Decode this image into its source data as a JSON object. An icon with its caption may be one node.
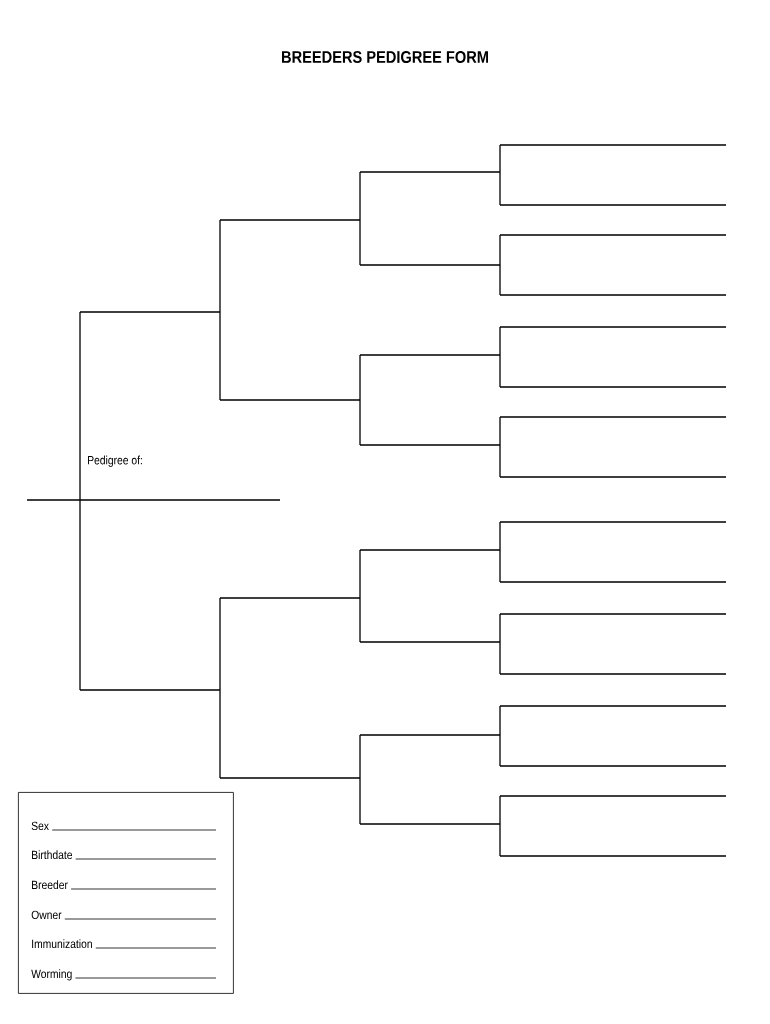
{
  "diagram": {
    "title": "BREEDERS PEDIGREE FORM",
    "nodes": [
      {
        "text": [
          "Pedigree of:"
        ]
      },
      {
        "text": [],
        "shape": "line"
      },
      {
        "text": [],
        "shape": "line"
      },
      {
        "text": [],
        "shape": "line"
      },
      {
        "text": [],
        "shape": "line"
      },
      {
        "text": [],
        "shape": "line"
      },
      {
        "text": [],
        "shape": "line"
      },
      {
        "text": [],
        "shape": "line"
      },
      {
        "text": [],
        "shape": "line"
      },
      {
        "text": [],
        "shape": "line"
      },
      {
        "text": [],
        "shape": "line"
      },
      {
        "text": [],
        "shape": "line"
      },
      {
        "text": [],
        "shape": "line"
      },
      {
        "text": [],
        "shape": "line"
      },
      {
        "text": [],
        "shape": "line"
      },
      {
        "text": [],
        "shape": "line"
      },
      {
        "text": [],
        "shape": "line"
      },
      {
        "text": [],
        "shape": "line"
      },
      {
        "text": [],
        "shape": "line"
      },
      {
        "text": [],
        "shape": "line"
      },
      {
        "text": [],
        "shape": "line"
      },
      {
        "text": [],
        "shape": "line"
      },
      {
        "text": [],
        "shape": "line"
      },
      {
        "text": [],
        "shape": "line"
      },
      {
        "text": [],
        "shape": "line"
      },
      {
        "text": [],
        "shape": "line"
      },
      {
        "text": [],
        "shape": "line"
      },
      {
        "text": [],
        "shape": "line"
      },
      {
        "text": [],
        "shape": "line"
      },
      {
        "text": [],
        "shape": "line"
      },
      {
        "text": [],
        "shape": "line"
      },
      {
        "text": [
          "Sex",
          "Birthdate",
          "Breeder",
          "Owner",
          "Immunization",
          "Worming"
        ]
      }
    ],
    "edges": [
      {
        "from": 0,
        "to": 1,
        "arrow": "none"
      },
      {
        "from": 0,
        "to": 2,
        "arrow": "none"
      },
      {
        "from": 1,
        "to": 3,
        "arrow": "none"
      },
      {
        "from": 1,
        "to": 4,
        "arrow": "none"
      },
      {
        "from": 2,
        "to": 5,
        "arrow": "none"
      },
      {
        "from": 2,
        "to": 6,
        "arrow": "none"
      },
      {
        "from": 3,
        "to": 7,
        "arrow": "none"
      },
      {
        "from": 3,
        "to": 8,
        "arrow": "none"
      },
      {
        "from": 4,
        "to": 9,
        "arrow": "none"
      },
      {
        "from": 4,
        "to": 10,
        "arrow": "none"
      },
      {
        "from": 5,
        "to": 11,
        "arrow": "none"
      },
      {
        "from": 5,
        "to": 12,
        "arrow": "none"
      },
      {
        "from": 6,
        "to": 13,
        "arrow": "none"
      },
      {
        "from": 6,
        "to": 14,
        "arrow": "none"
      },
      {
        "from": 7,
        "to": 15,
        "arrow": "none"
      },
      {
        "from": 7,
        "to": 16,
        "arrow": "none"
      },
      {
        "from": 8,
        "to": 17,
        "arrow": "none"
      },
      {
        "from": 8,
        "to": 18,
        "arrow": "none"
      },
      {
        "from": 9,
        "to": 19,
        "arrow": "none"
      },
      {
        "from": 9,
        "to": 20,
        "arrow": "none"
      },
      {
        "from": 10,
        "to": 21,
        "arrow": "none"
      },
      {
        "from": 10,
        "to": 22,
        "arrow": "none"
      },
      {
        "from": 11,
        "to": 23,
        "arrow": "none"
      },
      {
        "from": 11,
        "to": 24,
        "arrow": "none"
      },
      {
        "from": 12,
        "to": 25,
        "arrow": "none"
      },
      {
        "from": 12,
        "to": 26,
        "arrow": "none"
      },
      {
        "from": 13,
        "to": 27,
        "arrow": "none"
      },
      {
        "from": 13,
        "to": 28,
        "arrow": "none"
      },
      {
        "from": 14,
        "to": 29,
        "arrow": "none"
      },
      {
        "from": 14,
        "to": 30,
        "arrow": "none"
      }
    ]
  }
}
